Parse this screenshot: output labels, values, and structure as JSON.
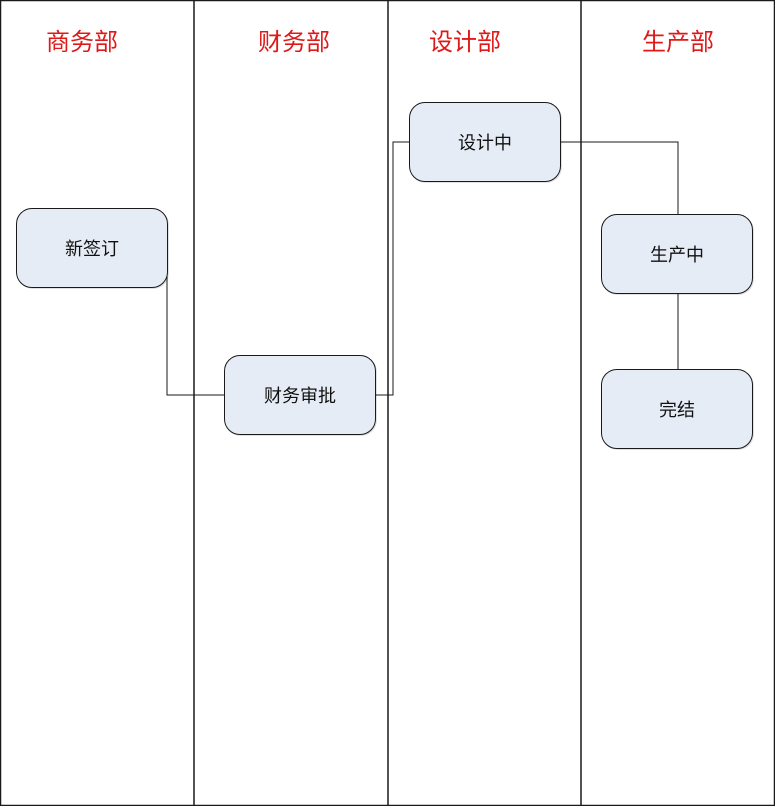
{
  "lanes": [
    {
      "title": "商务部"
    },
    {
      "title": "财务部"
    },
    {
      "title": "设计部"
    },
    {
      "title": "生产部"
    }
  ],
  "nodes": {
    "new_signed": "新签订",
    "finance_approval": "财务审批",
    "designing": "设计中",
    "producing": "生产中",
    "completed": "完结"
  },
  "edges": [
    {
      "from": "new_signed",
      "to": "finance_approval"
    },
    {
      "from": "finance_approval",
      "to": "designing"
    },
    {
      "from": "designing",
      "to": "producing"
    },
    {
      "from": "producing",
      "to": "completed"
    }
  ],
  "colors": {
    "lane_title": "#e01818",
    "node_fill": "#e6ecf5",
    "line": "#1a1a1a"
  }
}
